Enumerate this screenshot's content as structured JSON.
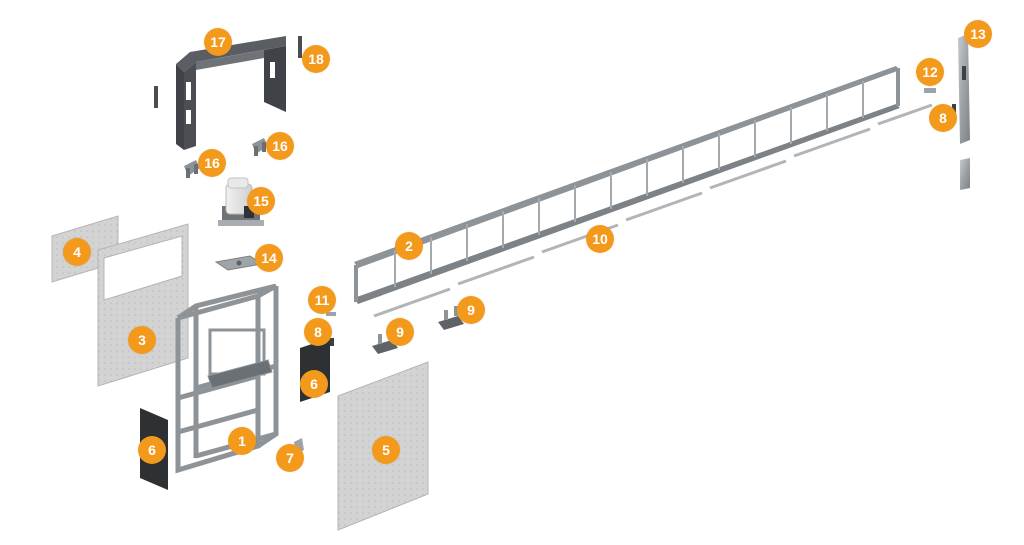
{
  "diagram": {
    "callout_color": "#f39a1c",
    "callouts": [
      {
        "id": "c1",
        "label": "1"
      },
      {
        "id": "c2",
        "label": "2"
      },
      {
        "id": "c3",
        "label": "3"
      },
      {
        "id": "c4",
        "label": "4"
      },
      {
        "id": "c5",
        "label": "5"
      },
      {
        "id": "c6a",
        "label": "6"
      },
      {
        "id": "c6b",
        "label": "6"
      },
      {
        "id": "c7",
        "label": "7"
      },
      {
        "id": "c8a",
        "label": "8"
      },
      {
        "id": "c8b",
        "label": "8"
      },
      {
        "id": "c9a",
        "label": "9"
      },
      {
        "id": "c9b",
        "label": "9"
      },
      {
        "id": "c10",
        "label": "10"
      },
      {
        "id": "c11",
        "label": "11"
      },
      {
        "id": "c12",
        "label": "12"
      },
      {
        "id": "c13",
        "label": "13"
      },
      {
        "id": "c14",
        "label": "14"
      },
      {
        "id": "c15",
        "label": "15"
      },
      {
        "id": "c16a",
        "label": "16"
      },
      {
        "id": "c16b",
        "label": "16"
      },
      {
        "id": "c17",
        "label": "17"
      },
      {
        "id": "c18",
        "label": "18"
      }
    ]
  }
}
